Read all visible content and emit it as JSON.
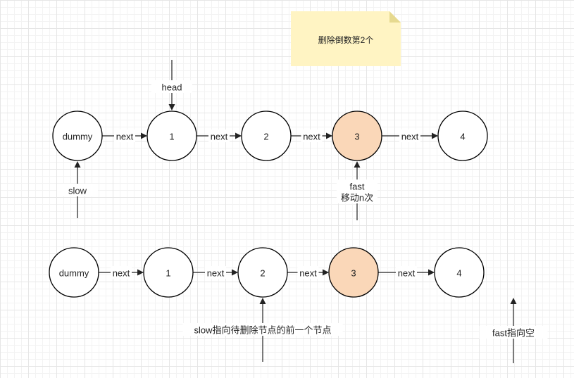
{
  "note": {
    "text": "删除倒数第2个",
    "fill": "#fff4c3",
    "fold": "#e6d98f"
  },
  "colors": {
    "highlight": "#fad7b8",
    "normal": "#ffffff"
  },
  "rows": [
    {
      "nodes": [
        {
          "id": "dummy",
          "label": "dummy",
          "highlight": false
        },
        {
          "id": "n1",
          "label": "1",
          "highlight": false
        },
        {
          "id": "n2",
          "label": "2",
          "highlight": false
        },
        {
          "id": "n3",
          "label": "3",
          "highlight": true
        },
        {
          "id": "n4",
          "label": "4",
          "highlight": false
        }
      ],
      "edge_label": "next"
    },
    {
      "nodes": [
        {
          "id": "dummy",
          "label": "dummy",
          "highlight": false
        },
        {
          "id": "n1",
          "label": "1",
          "highlight": false
        },
        {
          "id": "n2",
          "label": "2",
          "highlight": false
        },
        {
          "id": "n3",
          "label": "3",
          "highlight": true
        },
        {
          "id": "n4",
          "label": "4",
          "highlight": false
        }
      ],
      "edge_label": "next"
    }
  ],
  "pointers": [
    {
      "id": "head",
      "lines": [
        "head"
      ]
    },
    {
      "id": "slow-top",
      "lines": [
        "slow"
      ]
    },
    {
      "id": "fast-top",
      "lines": [
        "fast",
        "移动n次"
      ]
    },
    {
      "id": "slow-bottom",
      "lines": [
        "slow指向待删除节点的前一个节点"
      ]
    },
    {
      "id": "fast-bottom",
      "lines": [
        "fast指向空"
      ]
    }
  ]
}
